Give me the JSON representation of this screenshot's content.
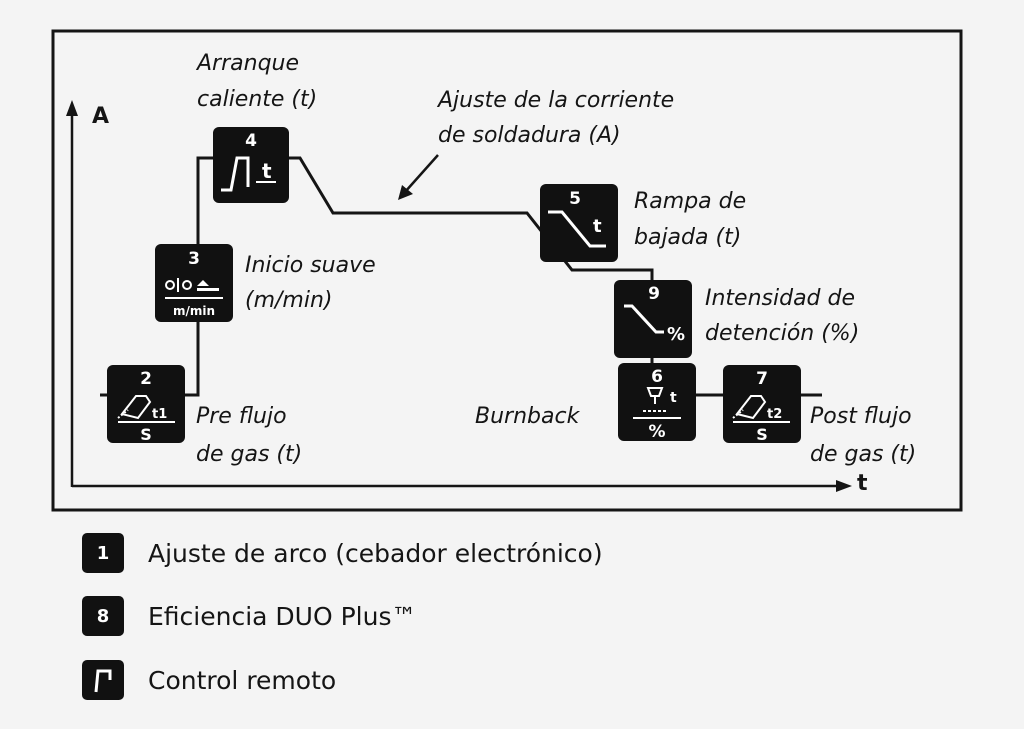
{
  "axes": {
    "y_label": "A",
    "x_label": "t"
  },
  "labels": {
    "arranque": [
      "Arranque",
      "caliente (t)"
    ],
    "ajuste": [
      "Ajuste de la corriente",
      "de soldadura (A)"
    ],
    "rampa": [
      "Rampa de",
      "bajada (t)"
    ],
    "inicio": [
      "Inicio suave",
      "(m/min)"
    ],
    "intensidad": [
      "Intensidad de",
      "detención (%)"
    ],
    "preflujo": [
      "Pre flujo",
      "de gas (t)"
    ],
    "burnback": "Burnback",
    "postflujo": [
      "Post flujo",
      "de gas (t)"
    ]
  },
  "boxes": {
    "b2": {
      "num": "2",
      "sub": "t1",
      "bottom": "S"
    },
    "b3": {
      "num": "3",
      "bottom": "m/min"
    },
    "b4": {
      "num": "4",
      "glyph": "t"
    },
    "b5": {
      "num": "5",
      "glyph": "t"
    },
    "b9": {
      "num": "9",
      "glyph": "%"
    },
    "b6": {
      "num": "6",
      "glyph": "t",
      "bottom": "%"
    },
    "b7": {
      "num": "7",
      "sub": "t2",
      "bottom": "S"
    }
  },
  "legend": [
    {
      "key": "1",
      "text": "Ajuste de arco (cebador electrónico)",
      "icon": "number"
    },
    {
      "key": "8",
      "text": "Eficiencia DUO Plus™",
      "icon": "number"
    },
    {
      "key": "",
      "text": "Control remoto",
      "icon": "remote-control-icon"
    }
  ]
}
